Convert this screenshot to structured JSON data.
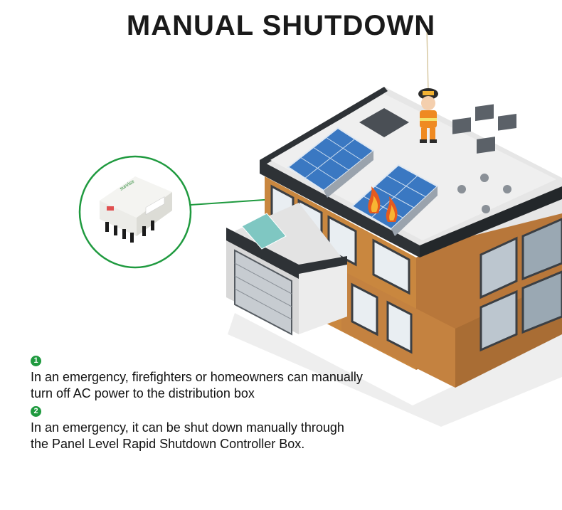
{
  "title": "MANUAL SHUTDOWN",
  "device_brand": "sunrise",
  "notes": [
    {
      "number": "1",
      "text": "In an emergency, firefighters or homeowners can manually turn off AC power to the distribution box"
    },
    {
      "number": "2",
      "text": "In an emergency, it can be shut down manually through the Panel Level Rapid Shutdown Controller Box."
    }
  ],
  "colors": {
    "accent_green": "#1f9a3f",
    "brick": "#c9873f",
    "roof": "#e9e9e9",
    "trim": "#2e3236",
    "solar": "#3a78c2"
  }
}
